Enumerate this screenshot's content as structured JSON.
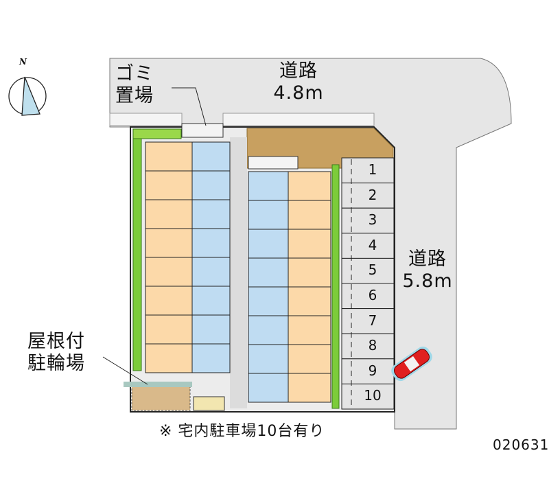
{
  "labels": {
    "road_top": {
      "name": "道路",
      "width": "4.8m"
    },
    "road_right": {
      "name": "道路",
      "width": "5.8m"
    },
    "garbage": {
      "line1": "ゴミ",
      "line2": "置場"
    },
    "bike_parking": {
      "line1": "屋根付",
      "line2": "駐輪場"
    },
    "compass_north": "N",
    "note": "※ 宅内駐車場10台有り",
    "code": "020631"
  },
  "parking_stalls": [
    "1",
    "2",
    "3",
    "4",
    "5",
    "6",
    "7",
    "8",
    "9",
    "10"
  ],
  "buildings": {
    "left_units": 8,
    "right_units": 8
  },
  "colors": {
    "road": "#e6e6e6",
    "room": "#fcd9a9",
    "wet_area": "#bfdcf2",
    "green": "#7ccc3a",
    "brick": "#c8a060",
    "car": "#e02020"
  }
}
